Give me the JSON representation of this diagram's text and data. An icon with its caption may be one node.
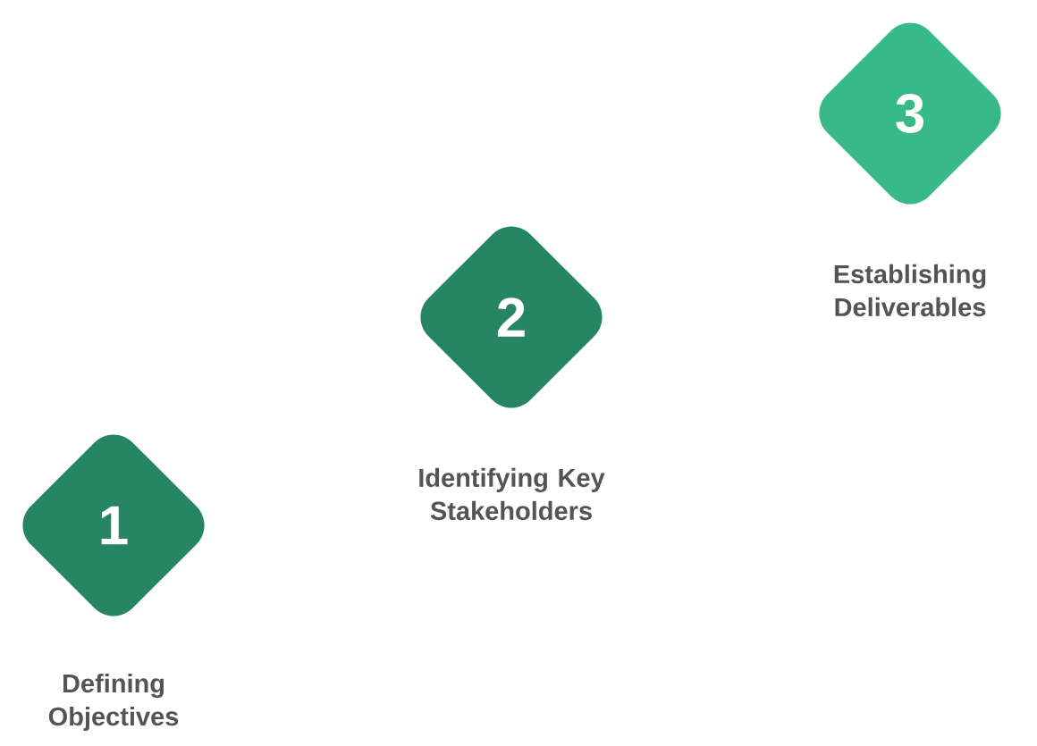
{
  "diagram": {
    "nodes": [
      {
        "text": [
          "1"
        ],
        "beside": [
          "Defining Objectives"
        ]
      },
      {
        "text": [
          "2"
        ],
        "beside": [
          "Identifying Key Stakeholders"
        ]
      },
      {
        "text": [
          "3"
        ],
        "beside": [
          "Establishing Deliverables"
        ]
      }
    ]
  }
}
